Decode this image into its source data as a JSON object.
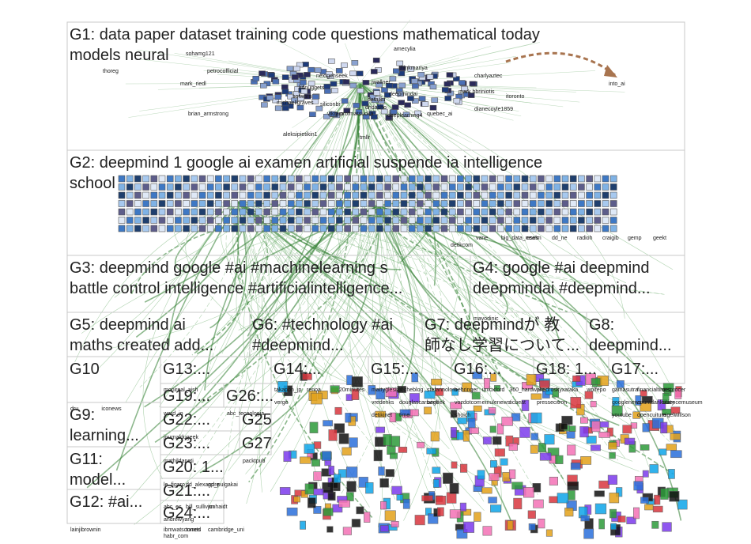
{
  "groups": [
    {
      "id": "G1",
      "lines": [
        "G1: data paper dataset training code questions mathematical today",
        "models neural"
      ]
    },
    {
      "id": "G2",
      "lines": [
        "G2: deepmind 1 google ai examen artificial suspende ia intelligence",
        "school"
      ]
    },
    {
      "id": "G3",
      "lines": [
        "G3: deepmind google #ai #machinelearning s",
        "battle control intelligence #artificialintelligence..."
      ]
    },
    {
      "id": "G4",
      "lines": [
        "G4: google #ai deepmind",
        "deepmindai #deepmind..."
      ]
    },
    {
      "id": "G5",
      "lines": [
        "G5: deepmind ai",
        "maths created add..."
      ]
    },
    {
      "id": "G6",
      "lines": [
        "G6: #technology #ai",
        "#deepmind..."
      ]
    },
    {
      "id": "G7",
      "lines": [
        "G7: deepmindが 教",
        "師なし学習について..."
      ]
    },
    {
      "id": "G8",
      "lines": [
        "G8:",
        "deepmind..."
      ]
    },
    {
      "id": "G10",
      "lines": [
        "G10"
      ]
    },
    {
      "id": "G13",
      "lines": [
        "G13:..."
      ]
    },
    {
      "id": "G14",
      "lines": [
        "G14:..."
      ]
    },
    {
      "id": "G15",
      "lines": [
        "G15:..."
      ]
    },
    {
      "id": "G16",
      "lines": [
        "G16:..."
      ]
    },
    {
      "id": "G18",
      "lines": [
        "G18: 1..."
      ]
    },
    {
      "id": "G17",
      "lines": [
        "G17:..."
      ]
    },
    {
      "id": "G9",
      "lines": [
        "G9:",
        "learning..."
      ]
    },
    {
      "id": "G19",
      "lines": [
        "G19:..."
      ]
    },
    {
      "id": "G26",
      "lines": [
        "G26:..."
      ]
    },
    {
      "id": "G22",
      "lines": [
        "G22:..."
      ]
    },
    {
      "id": "G25",
      "lines": [
        "G25"
      ]
    },
    {
      "id": "G23",
      "lines": [
        "G23:..."
      ]
    },
    {
      "id": "G27",
      "lines": [
        "G27"
      ]
    },
    {
      "id": "G11",
      "lines": [
        "G11:",
        "model..."
      ]
    },
    {
      "id": "G20",
      "lines": [
        "G20: 1..."
      ]
    },
    {
      "id": "G21",
      "lines": [
        "G21:..."
      ]
    },
    {
      "id": "G12",
      "lines": [
        "G12: #ai..."
      ]
    },
    {
      "id": "G24",
      "lines": [
        "G24:..."
      ]
    }
  ],
  "nodes": [
    {
      "label": "sohamg121",
      "group": "G1"
    },
    {
      "label": "amecylia",
      "group": "G1"
    },
    {
      "label": "thoreg",
      "group": "G1"
    },
    {
      "label": "petrocofficial",
      "group": "G1"
    },
    {
      "label": "mark_riedl",
      "group": "G1"
    },
    {
      "label": "brian_armstrong",
      "group": "G1"
    },
    {
      "label": "into_ai",
      "group": "G1"
    },
    {
      "label": "aleksipietikin1",
      "group": "G1"
    },
    {
      "label": "tmllr",
      "group": "G1"
    },
    {
      "label": "nextgenseek",
      "group": "G1"
    },
    {
      "label": "thinkmariya",
      "group": "G1"
    },
    {
      "label": "kdnuggets",
      "group": "G1"
    },
    {
      "label": "sofwarn",
      "group": "G1"
    },
    {
      "label": "michaellgraves",
      "group": "G1"
    },
    {
      "label": "siliconbr",
      "group": "G1"
    },
    {
      "label": "dataiku",
      "group": "G1"
    },
    {
      "label": "profmatsuoka",
      "group": "G1"
    },
    {
      "label": "deeplearning4",
      "group": "G1"
    },
    {
      "label": "quebec_ai",
      "group": "G1"
    },
    {
      "label": "dianecoyle1859",
      "group": "G1"
    },
    {
      "label": "mark bbriniotis",
      "group": "G1"
    },
    {
      "label": "charlyaztec",
      "group": "G1"
    },
    {
      "label": "deepmindai",
      "group": "G1"
    },
    {
      "label": "jwallner",
      "group": "G1"
    },
    {
      "label": "itoronto",
      "group": "G1"
    },
    {
      "label": "vikram",
      "group": "G1"
    },
    {
      "label": "dndasho",
      "group": "G1"
    },
    {
      "label": "detikcom",
      "group": "G2"
    },
    {
      "label": "vane",
      "group": "G2"
    },
    {
      "label": "big_data_news",
      "group": "G2"
    },
    {
      "label": "eselm",
      "group": "G2"
    },
    {
      "label": "dd_ne",
      "group": "G2"
    },
    {
      "label": "radioh",
      "group": "G2"
    },
    {
      "label": "craigib",
      "group": "G2"
    },
    {
      "label": "gemp",
      "group": "G2"
    },
    {
      "label": "geekt",
      "group": "G2"
    },
    {
      "label": "mayodinic",
      "group": "G4"
    },
    {
      "label": "dru",
      "group": "G10"
    },
    {
      "label": "iconews",
      "group": "G10"
    },
    {
      "label": "monireal_aish",
      "group": "G13"
    },
    {
      "label": "ward_jo",
      "group": "G19"
    },
    {
      "label": "journaldugeek",
      "group": "G22"
    },
    {
      "label": "mathildaneti",
      "group": "G23"
    },
    {
      "label": "le_figaro",
      "group": "G20"
    },
    {
      "label": "abc_es",
      "group": "G21"
    },
    {
      "label": "ibmwatsonmed",
      "group": "G24"
    },
    {
      "label": "abc_tecnologia",
      "group": "G26"
    },
    {
      "label": "takapon_jp",
      "group": "G14"
    },
    {
      "label": "renoa",
      "group": "G14"
    },
    {
      "label": "20minutes",
      "group": "G14"
    },
    {
      "label": "mattyglesias",
      "group": "G15"
    },
    {
      "label": "behringer",
      "group": "G16"
    },
    {
      "label": "unioxford",
      "group": "G16"
    },
    {
      "label": "pkedrosky",
      "group": "G18"
    },
    {
      "label": "xataka",
      "group": "G18"
    },
    {
      "label": "wolfepo",
      "group": "G18"
    },
    {
      "label": "gamasutra",
      "group": "G17"
    },
    {
      "label": "financialtimes",
      "group": "G17"
    },
    {
      "label": "msprocer",
      "group": "G17"
    },
    {
      "label": "googlenews",
      "group": "G17"
    },
    {
      "label": "countdankulaty",
      "group": "G17"
    },
    {
      "label": "packtpub",
      "group": "G27"
    },
    {
      "label": "dd_alexandre",
      "group": "G20"
    },
    {
      "label": "gp_pulgakai",
      "group": "G20"
    },
    {
      "label": "bill_sullivan",
      "group": "G21"
    },
    {
      "label": "jonhaidt",
      "group": "G21"
    },
    {
      "label": "andrewyang",
      "group": "G21"
    },
    {
      "label": "tonets",
      "group": "G24"
    },
    {
      "label": "cambridge_uni",
      "group": "G24"
    },
    {
      "label": "habr_com",
      "group": "G24"
    },
    {
      "label": "verge",
      "group": "G14"
    },
    {
      "label": "techeblog",
      "group": "G15"
    },
    {
      "label": "stefannolnm",
      "group": "G15"
    },
    {
      "label": "vredenks",
      "group": "G15"
    },
    {
      "label": "pressecitron",
      "group": "G18"
    },
    {
      "label": "douglascarswell",
      "group": "G15"
    },
    {
      "label": "begeek",
      "group": "G15"
    },
    {
      "label": "360_hardware",
      "group": "G16"
    },
    {
      "label": "vozdotcom",
      "group": "G16"
    },
    {
      "label": "emulenews",
      "group": "G16"
    },
    {
      "label": "sciencemuseum",
      "group": "G17"
    },
    {
      "label": "youtube",
      "group": "G17"
    },
    {
      "label": "opencuiture",
      "group": "G17"
    },
    {
      "label": "detikinet",
      "group": "G15"
    },
    {
      "label": "ticbeat",
      "group": "G16"
    },
    {
      "label": "shoich",
      "group": "G16"
    },
    {
      "label": "nigelwillson",
      "group": "G17"
    },
    {
      "label": "lainjibrownin",
      "group": "G12"
    },
    {
      "label": "time",
      "group": "G15"
    }
  ]
}
